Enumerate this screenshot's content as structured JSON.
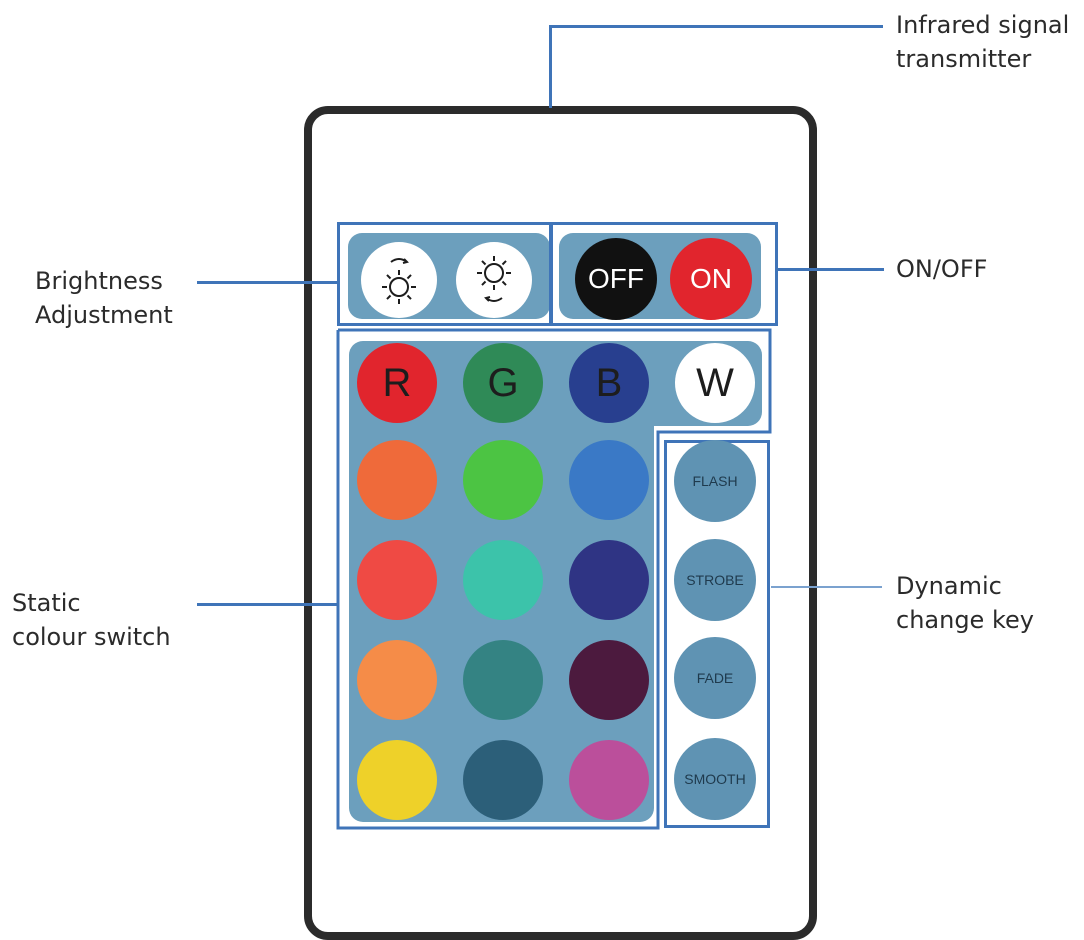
{
  "labels": {
    "transmitter": [
      "Infrared signal",
      "transmitter"
    ],
    "brightness": [
      "Brightness",
      "Adjustment"
    ],
    "onoff": [
      "ON/OFF"
    ],
    "static": [
      "Static",
      "colour switch"
    ],
    "dynamic": [
      "Dynamic",
      "change key"
    ]
  },
  "brightness_buttons": [
    {
      "name": "brightness-up-button",
      "icon": "brightness-up-icon"
    },
    {
      "name": "brightness-down-button",
      "icon": "brightness-down-icon"
    }
  ],
  "power_buttons": [
    {
      "label": "OFF",
      "color": "#111111"
    },
    {
      "label": "ON",
      "color": "#e1252d"
    }
  ],
  "letter_buttons": [
    {
      "label": "R",
      "color": "#e1252d"
    },
    {
      "label": "G",
      "color": "#2f8a57"
    },
    {
      "label": "B",
      "color": "#283f8f"
    },
    {
      "label": "W",
      "color": "#ffffff"
    }
  ],
  "colour_rows": [
    [
      "#ef6a3a",
      "#4cc443",
      "#3a79c6"
    ],
    [
      "#ef4a44",
      "#3cc3aa",
      "#2f3484"
    ],
    [
      "#f58c48",
      "#348383",
      "#4c1a3e"
    ],
    [
      "#eed129",
      "#2c5f79",
      "#bb4f9b"
    ]
  ],
  "dynamic_buttons": [
    "FLASH",
    "STROBE",
    "FADE",
    "SMOOTH"
  ],
  "colors": {
    "panel": "#6c9fbd",
    "outline": "#3f74b8",
    "dynamic_button": "#5f93b3",
    "body_border": "#2b2b2b"
  }
}
